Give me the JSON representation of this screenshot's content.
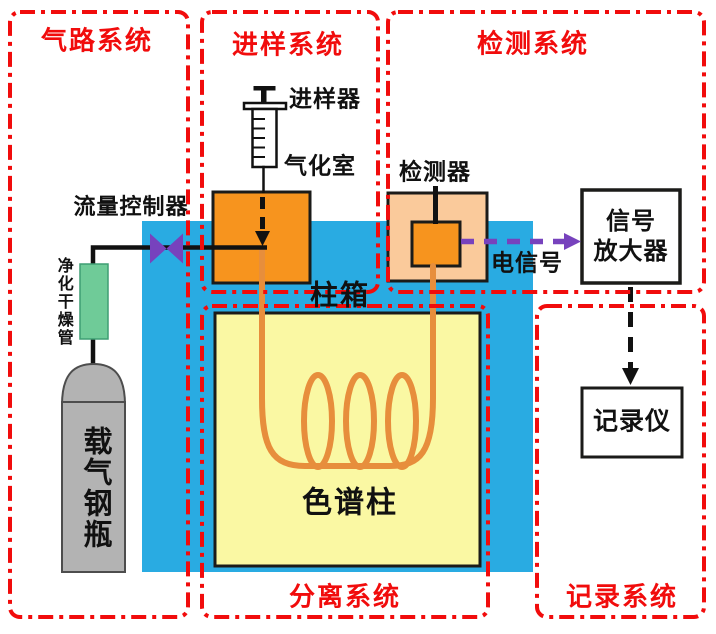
{
  "systems": {
    "gas": "气路系统",
    "injection": "进样系统",
    "detection": "检测系统",
    "separation": "分离系统",
    "recording": "记录系统"
  },
  "components": {
    "flow_controller": "流量控制器",
    "purifier_tube": "净化干燥管",
    "carrier_gas_cylinder": "载气钢瓶",
    "injector": "进样器",
    "vaporizer": "气化室",
    "column_oven": "柱箱",
    "column": "色谱柱",
    "detector": "检测器",
    "electric_signal": "电信号",
    "amplifier_line1": "信号",
    "amplifier_line2": "放大器",
    "recorder": "记录仪"
  },
  "colors": {
    "system_red": "#F10C0C",
    "oven_blue": "#29ABE2",
    "component_orange": "#F7941E",
    "detector_peach": "#FACA9B",
    "column_yellow": "#FAF8A3",
    "tube_orange": "#E78E3C",
    "purifier_green": "#6FCB98",
    "cylinder_gray": "#B3B3B3",
    "valve_purple": "#7742BD",
    "signal_purple": "#7742BD",
    "line_black": "#111111"
  }
}
